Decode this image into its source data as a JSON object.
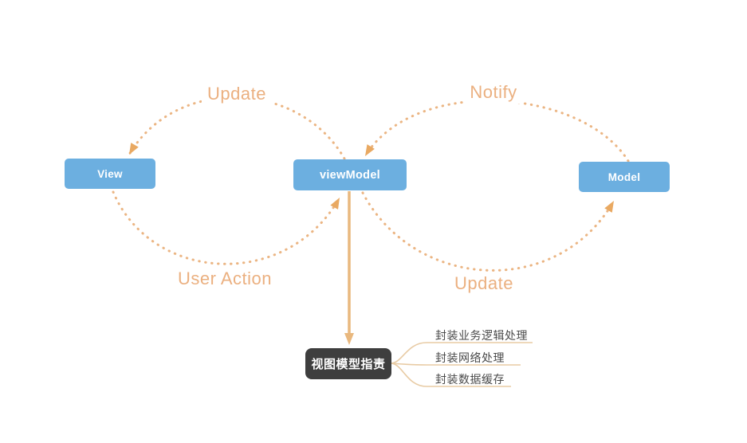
{
  "nodes": {
    "view": "View",
    "viewmodel": "viewModel",
    "model": "Model"
  },
  "edges": {
    "update_top": "Update",
    "notify": "Notify",
    "user_action": "User Action",
    "update_bottom": "Update"
  },
  "responsibility": {
    "title": "视图模型指责",
    "items": [
      "封装业务逻辑处理",
      "封装网络处理",
      "封装数据缓存"
    ]
  },
  "colors": {
    "node_fill": "#6cafe0",
    "arc": "#ebb583",
    "arrow": "#e9a962",
    "solid_arrow": "#e9b87e",
    "branch": "#e8cba4",
    "dark_box": "#3e3e3e",
    "item_text": "#4a4a4a"
  }
}
